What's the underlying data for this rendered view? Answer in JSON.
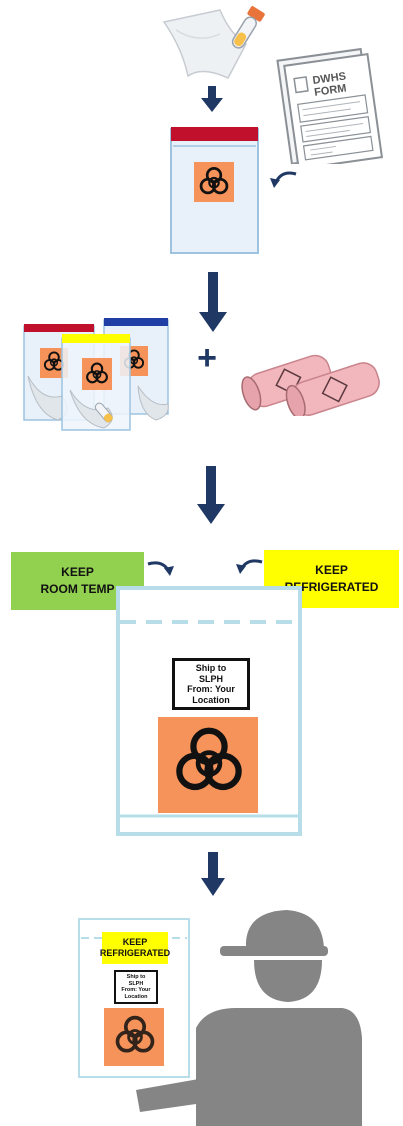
{
  "form": {
    "line1": "DWHS",
    "line2": "FORM"
  },
  "tags": {
    "room_temp": {
      "line1": "KEEP",
      "line2": "ROOM TEMP",
      "color": "#92d050"
    },
    "refrigerated": {
      "line1": "KEEP",
      "line2": "REFRIGERATED",
      "color": "#ffff00"
    }
  },
  "shipping_label": {
    "line1": "Ship to",
    "line2": "SLPH",
    "line3": "From: Your",
    "line4": "Location"
  },
  "carried_package": {
    "tag": {
      "line1": "KEEP",
      "line2": "REFRIGERATED"
    },
    "label": {
      "line1": "Ship to",
      "line2": "SLPH",
      "line3": "From: Your",
      "line4": "Location"
    }
  },
  "plus_sign": "+",
  "colors": {
    "arrow": "#1f3864",
    "biohazard_orange": "#f5935a",
    "bag_outline": "#b7dde8",
    "bag_red": "#c00000",
    "bag_blue": "#1f3fa6",
    "person_gray": "#858585"
  }
}
